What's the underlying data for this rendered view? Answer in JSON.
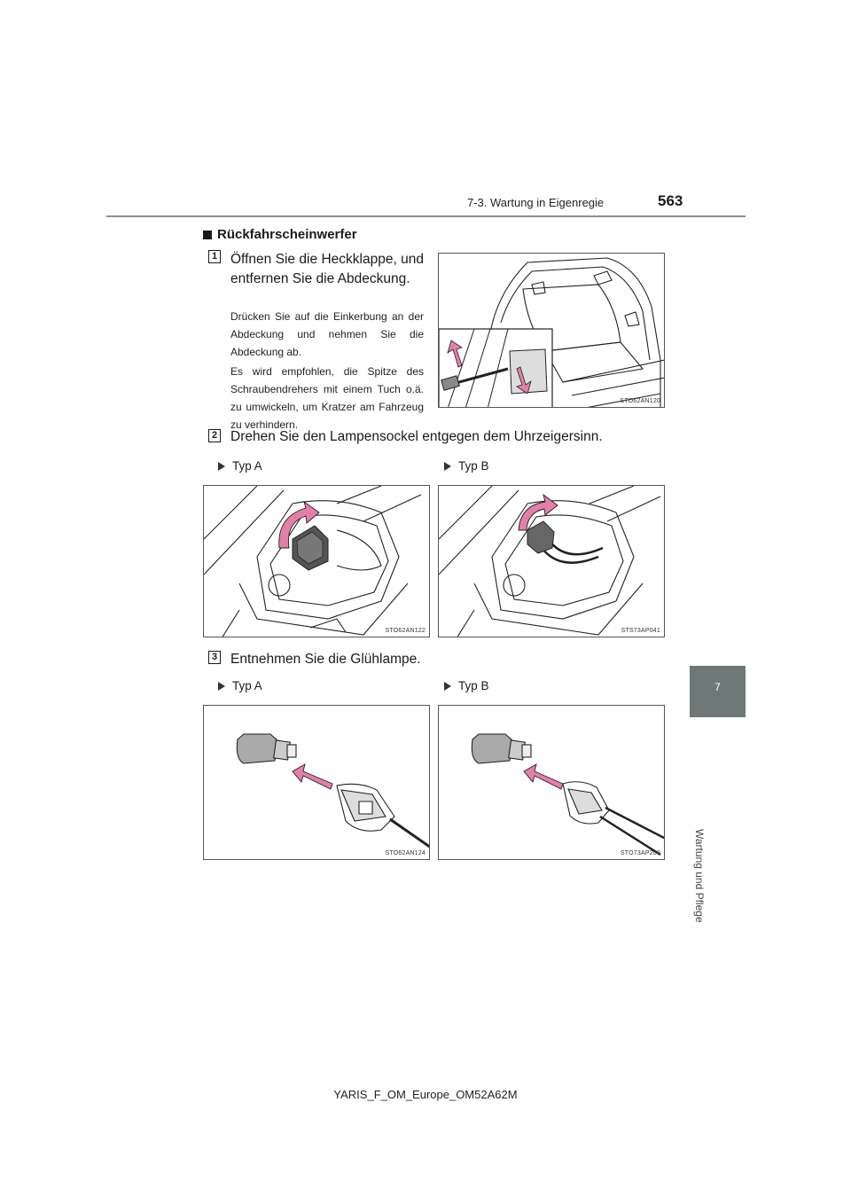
{
  "header": {
    "section": "7-3. Wartung in Eigenregie",
    "page_number": "563"
  },
  "side_tab": {
    "chapter_number": "7",
    "chapter_label": "Wartung und Pflege"
  },
  "section": {
    "heading": "Rückfahrscheinwerfer"
  },
  "steps": [
    {
      "number": "1",
      "title": "Öffnen Sie die Heckklappe, und entfernen Sie die Abdeckung.",
      "notes": [
        "Drücken Sie auf die Einkerbung an der Abdeckung und nehmen Sie die Abdeckung ab.",
        "Es wird empfohlen, die Spitze des Schraubendrehers mit einem Tuch o.ä. zu umwickeln, um Kratzer am Fahrzeug zu verhindern."
      ],
      "figure_code": "STO62AN120"
    },
    {
      "number": "2",
      "title": "Drehen Sie den Lampensockel entgegen dem Uhrzeigersinn.",
      "variants": [
        {
          "label": "Typ A",
          "figure_code": "STO62AN122"
        },
        {
          "label": "Typ B",
          "figure_code": "STS73AP041"
        }
      ]
    },
    {
      "number": "3",
      "title": "Entnehmen Sie die Glühlampe.",
      "variants": [
        {
          "label": "Typ A",
          "figure_code": "STO62AN124"
        },
        {
          "label": "Typ B",
          "figure_code": "STO73AP200"
        }
      ]
    }
  ],
  "footer": {
    "doc_id": "YARIS_F_OM_Europe_OM52A62M"
  },
  "colors": {
    "tab": "#6e7876",
    "rule": "#8a928f",
    "arrow": "#e37fa9"
  }
}
